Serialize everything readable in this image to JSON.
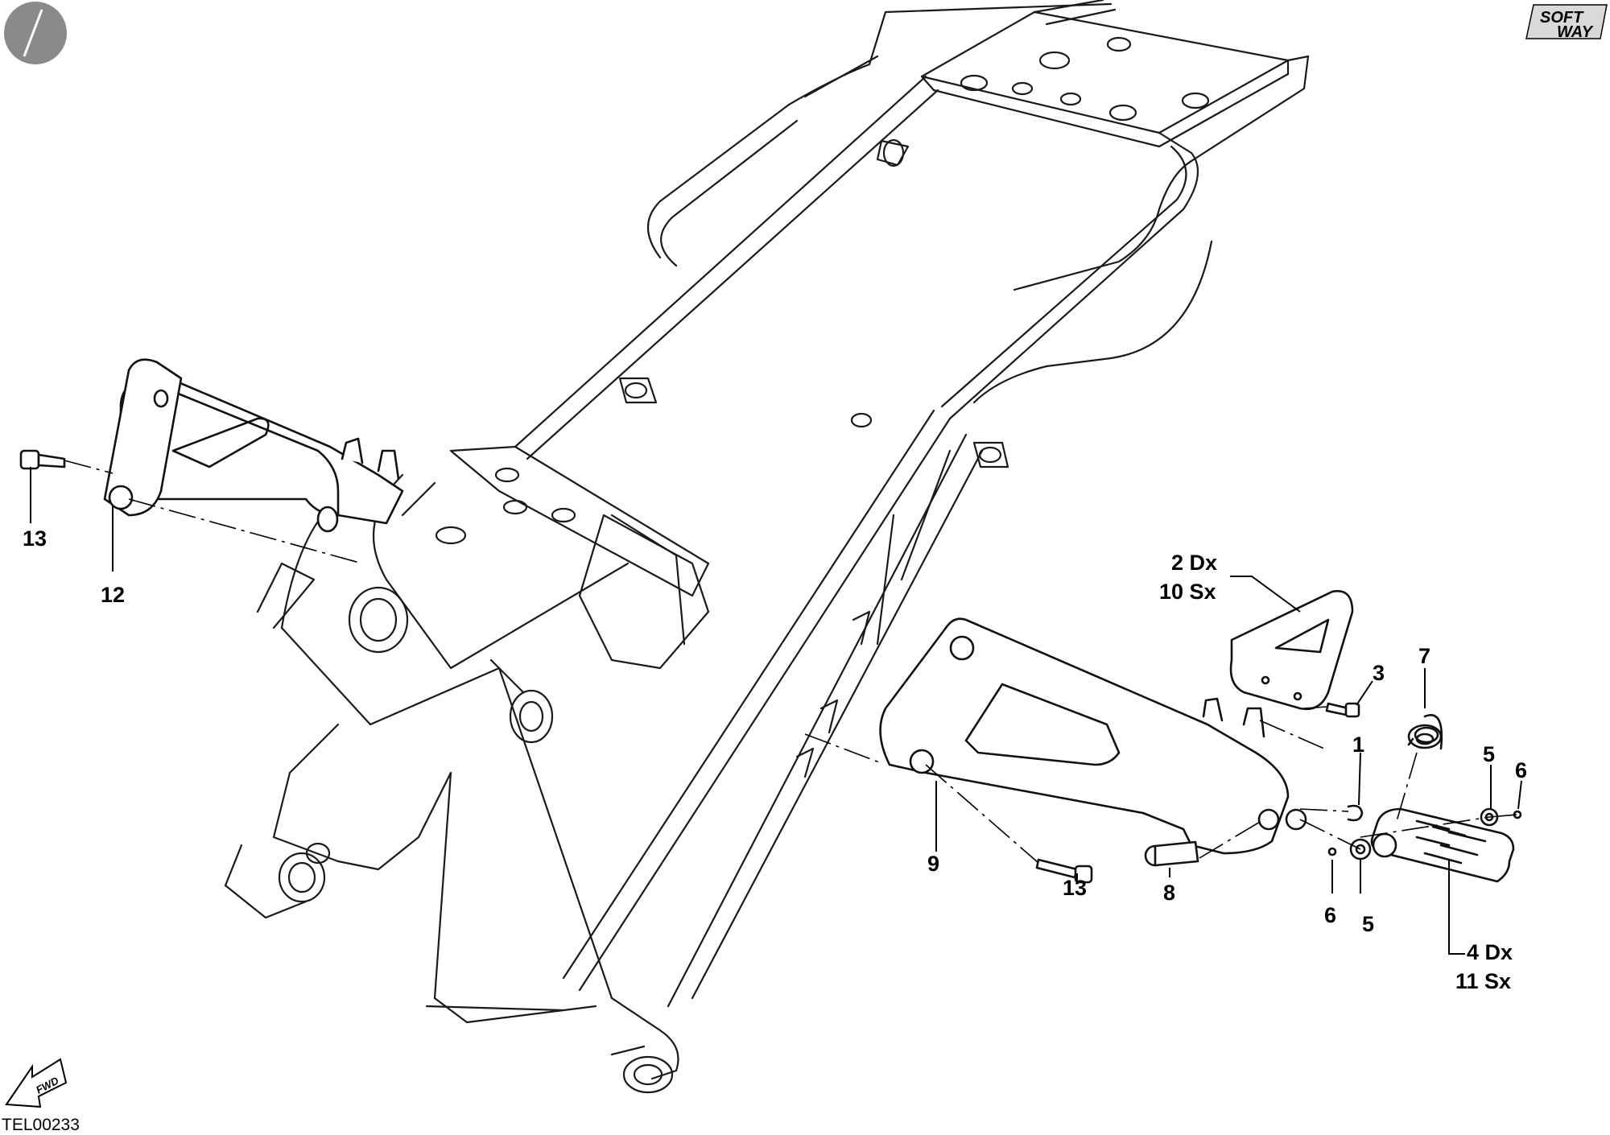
{
  "diagram": {
    "drawing_code": "TEL00233",
    "brand_logo": {
      "line1": "SOFT",
      "line2": "WAY"
    },
    "direction_arrow": {
      "icon": "forward-arrow-icon",
      "text": "FWD"
    },
    "callouts": [
      {
        "id": "c13a",
        "text": "13"
      },
      {
        "id": "c12",
        "text": "12"
      },
      {
        "id": "c2",
        "lines": [
          "2 Dx",
          "10 Sx"
        ]
      },
      {
        "id": "c3",
        "text": "3"
      },
      {
        "id": "c7",
        "text": "7"
      },
      {
        "id": "c1",
        "text": "1"
      },
      {
        "id": "c5a",
        "text": "5"
      },
      {
        "id": "c6a",
        "text": "6"
      },
      {
        "id": "c9",
        "text": "9"
      },
      {
        "id": "c13b",
        "text": "13"
      },
      {
        "id": "c8",
        "text": "8"
      },
      {
        "id": "c6b",
        "text": "6"
      },
      {
        "id": "c5b",
        "text": "5"
      },
      {
        "id": "c4",
        "lines": [
          "4 Dx",
          "11 Sx"
        ]
      }
    ],
    "colors": {
      "line": "#1a1a1a",
      "badge": "#8a8a8a",
      "background": "#ffffff"
    }
  }
}
